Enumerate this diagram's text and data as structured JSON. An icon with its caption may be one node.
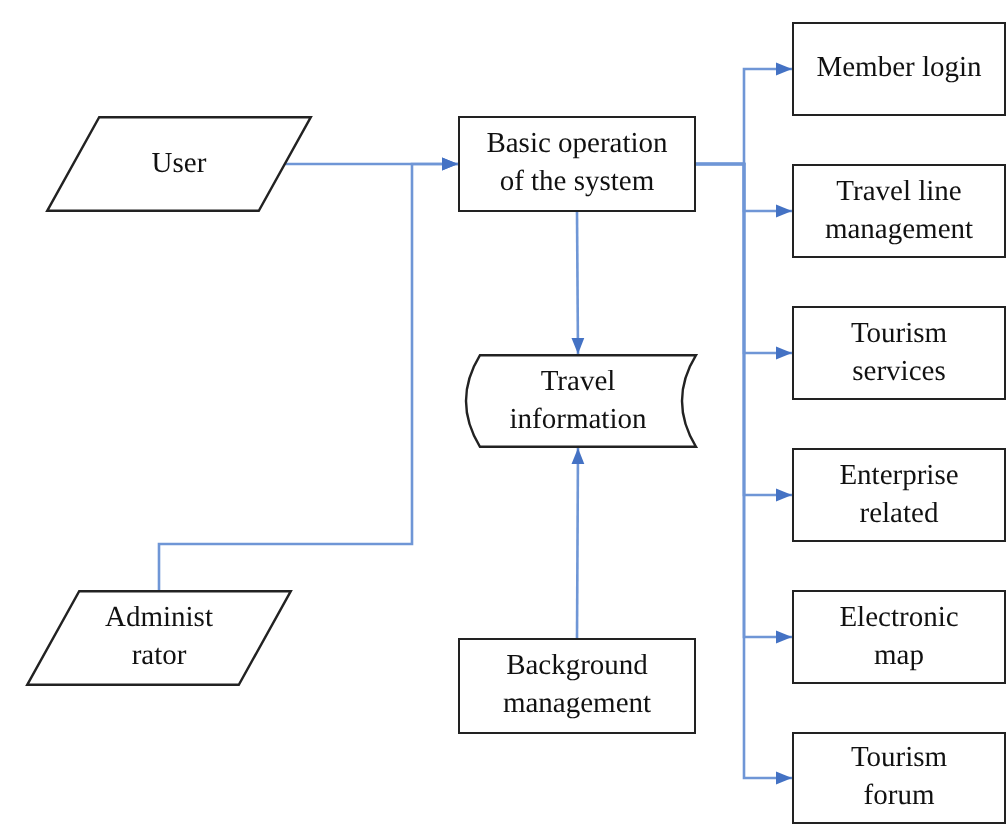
{
  "diagram": {
    "nodes": [
      {
        "text": [
          "User"
        ]
      },
      {
        "text": [
          "Basic operation of the system"
        ]
      },
      {
        "text": [
          "Travel information"
        ]
      },
      {
        "text": [
          "Administ rator"
        ]
      },
      {
        "text": [
          "Background management"
        ]
      },
      {
        "text": [
          "Member login"
        ]
      },
      {
        "text": [
          "Travel line management"
        ]
      },
      {
        "text": [
          "Tourism services"
        ]
      },
      {
        "text": [
          "Enterprise related"
        ]
      },
      {
        "text": [
          "Electronic map"
        ]
      },
      {
        "text": [
          "Tourism forum"
        ]
      }
    ],
    "edges": [
      {
        "from": 0,
        "to": 1,
        "arrow": "to"
      },
      {
        "from": 3,
        "to": 1,
        "arrow": "to"
      },
      {
        "from": 1,
        "to": 2,
        "arrow": "to"
      },
      {
        "from": 4,
        "to": 2,
        "arrow": "to"
      },
      {
        "from": 1,
        "to": 5,
        "arrow": "to"
      },
      {
        "from": 1,
        "to": 6,
        "arrow": "to"
      },
      {
        "from": 1,
        "to": 7,
        "arrow": "to"
      },
      {
        "from": 1,
        "to": 8,
        "arrow": "to"
      },
      {
        "from": 1,
        "to": 9,
        "arrow": "to"
      },
      {
        "from": 1,
        "to": 10,
        "arrow": "to"
      }
    ]
  }
}
